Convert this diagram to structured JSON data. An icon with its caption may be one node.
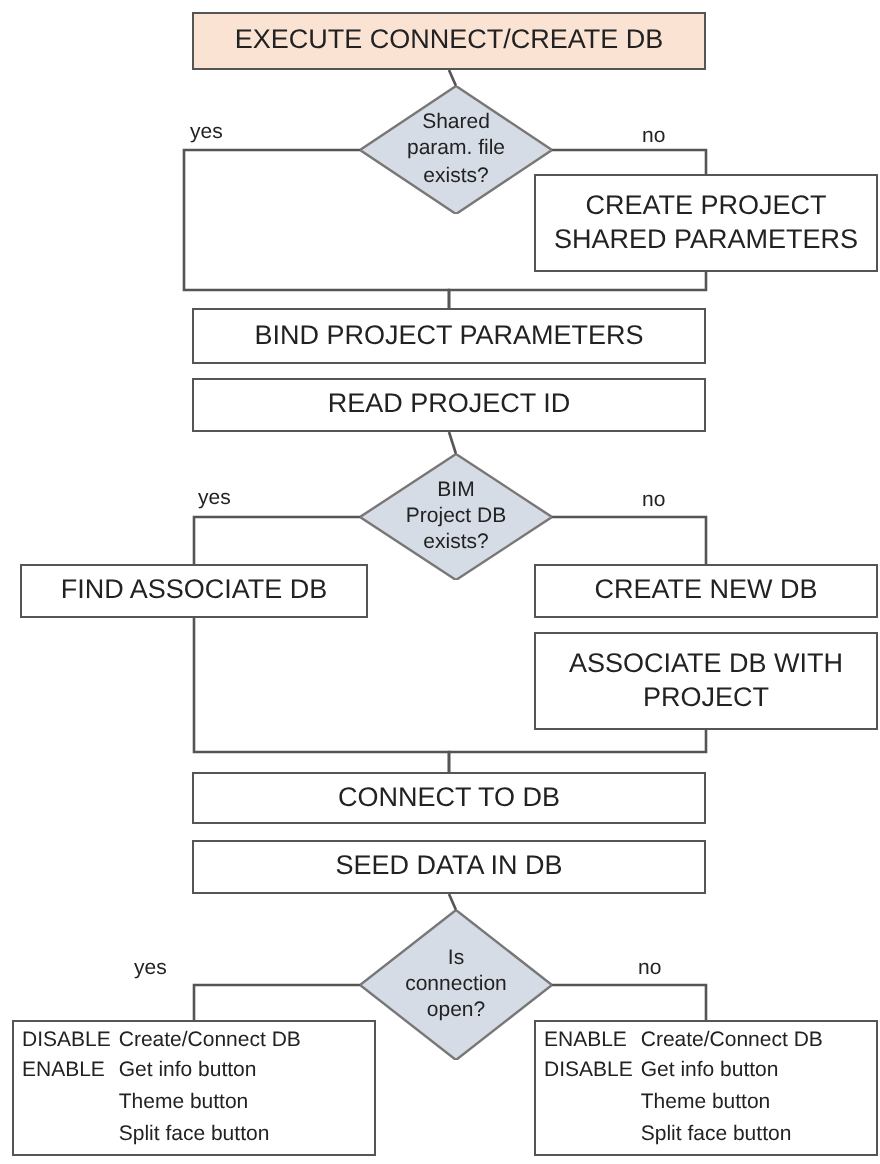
{
  "diagram": {
    "nodes": [
      {
        "text": [
          "EXECUTE CONNECT/CREATE DB"
        ]
      },
      {
        "text": [
          "Shared param. file exists?"
        ]
      },
      {
        "text": [
          "CREATE PROJECT SHARED PARAMETERS"
        ]
      },
      {
        "text": [
          "BIND PROJECT PARAMETERS"
        ]
      },
      {
        "text": [
          "READ PROJECT ID"
        ]
      },
      {
        "text": [
          "BIM Project DB exists?"
        ]
      },
      {
        "text": [
          "FIND ASSOCIATE DB"
        ]
      },
      {
        "text": [
          "CREATE NEW DB"
        ]
      },
      {
        "text": [
          "ASSOCIATE DB WITH PROJECT"
        ]
      },
      {
        "text": [
          "CONNECT TO DB"
        ]
      },
      {
        "text": [
          "SEED DATA IN DB"
        ]
      },
      {
        "text": [
          "Is connection open?"
        ]
      },
      {
        "text": [
          "DISABLE",
          "Create/Connect DB",
          "ENABLE",
          "Get info button",
          "Theme button",
          "Split face button"
        ]
      },
      {
        "text": [
          "ENABLE",
          "Create/Connect DB",
          "DISABLE",
          "Get info button",
          "Theme button",
          "Split face button"
        ]
      }
    ],
    "edges": [
      {
        "from": 0,
        "to": 1,
        "arrow": "none"
      },
      {
        "from": 1,
        "to": 3,
        "arrow": "none",
        "label": "yes"
      },
      {
        "from": 1,
        "to": 2,
        "arrow": "none",
        "label": "no"
      },
      {
        "from": 2,
        "to": 3,
        "arrow": "none"
      },
      {
        "from": 4,
        "to": 5,
        "arrow": "none"
      },
      {
        "from": 5,
        "to": 6,
        "arrow": "none",
        "label": "yes"
      },
      {
        "from": 5,
        "to": 7,
        "arrow": "none",
        "label": "no"
      },
      {
        "from": 6,
        "to": 9,
        "arrow": "none"
      },
      {
        "from": 8,
        "to": 9,
        "arrow": "none"
      },
      {
        "from": 10,
        "to": 11,
        "arrow": "none"
      },
      {
        "from": 11,
        "to": 12,
        "arrow": "none",
        "label": "yes"
      },
      {
        "from": 11,
        "to": 13,
        "arrow": "none",
        "label": "no"
      }
    ]
  }
}
